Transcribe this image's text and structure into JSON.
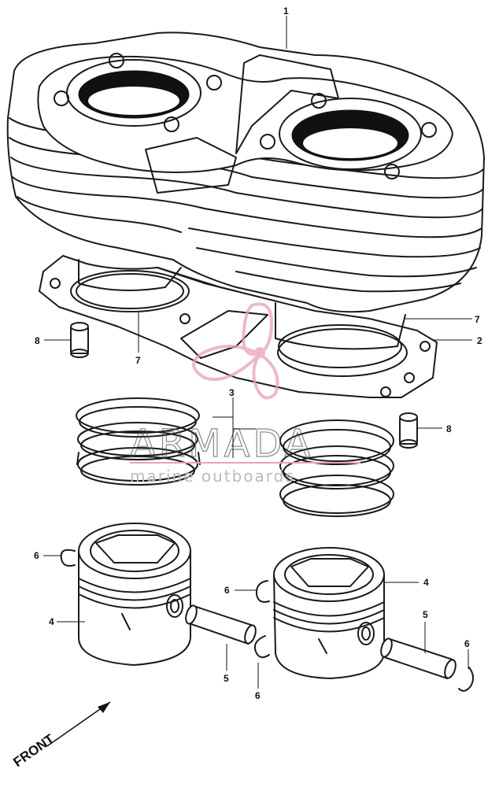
{
  "callouts": {
    "c1": "1",
    "c2": "2",
    "c3": "3",
    "c4a": "4",
    "c4b": "4",
    "c5a": "5",
    "c5b": "5",
    "c6a": "6",
    "c6b": "6",
    "c6c": "6",
    "c6d": "6",
    "c7a": "7",
    "c7b": "7",
    "c8a": "8",
    "c8b": "8"
  },
  "front_label": "FRONT",
  "watermark": {
    "brand": "ARMADA",
    "tagline": "marine outboards",
    "logo_color": "#e8a0bf"
  }
}
